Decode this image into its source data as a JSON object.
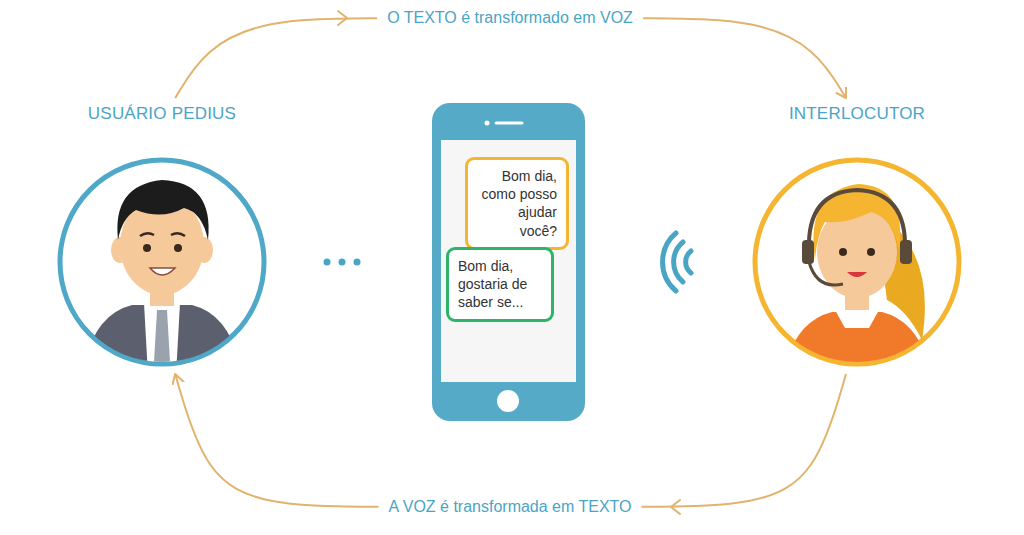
{
  "diagram": {
    "nodes": [
      {
        "text": [
          "USUÁRIO PEDIUS"
        ]
      },
      {
        "text": [
          "Bom dia, como posso ajudar você?"
        ]
      },
      {
        "text": [
          "Bom dia, gostaria de saber se..."
        ]
      },
      {
        "text": [
          "INTERLOCUTOR"
        ]
      }
    ],
    "edges": [
      {
        "from": 0,
        "to": 3,
        "arrow": "to",
        "label": "O TEXTO é transformado em VOZ"
      },
      {
        "from": 3,
        "to": 0,
        "arrow": "to",
        "label": "A VOZ é transformada em TEXTO"
      }
    ]
  }
}
